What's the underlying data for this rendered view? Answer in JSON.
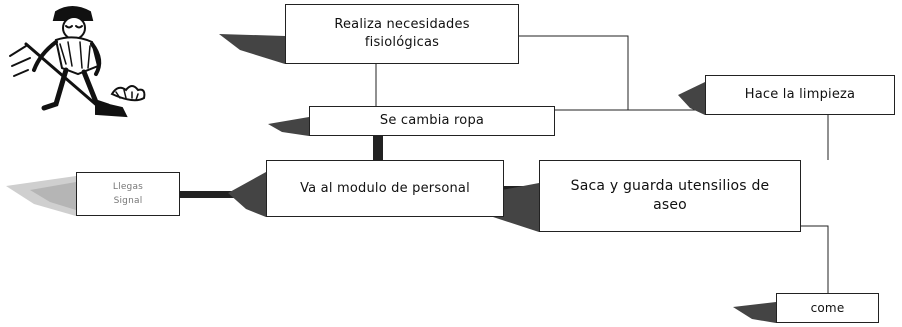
{
  "colors": {
    "line": "#222222",
    "box_border": "#222222",
    "shadow": "#555555",
    "background": "#ffffff"
  },
  "figure": {
    "icon": "janitor-sweeping-clipart"
  },
  "nodes": {
    "realiza": {
      "label": "Realiza necesidades\nfisiológicas"
    },
    "cambia": {
      "label": "Se cambia ropa"
    },
    "modulo": {
      "label": "Va al modulo de personal"
    },
    "saca": {
      "label": "Saca y guarda utensilios de\naseo"
    },
    "limpieza": {
      "label": "Hace la limpieza"
    },
    "come": {
      "label": "come"
    },
    "left": {
      "label": "Llegas\nSignal"
    }
  }
}
